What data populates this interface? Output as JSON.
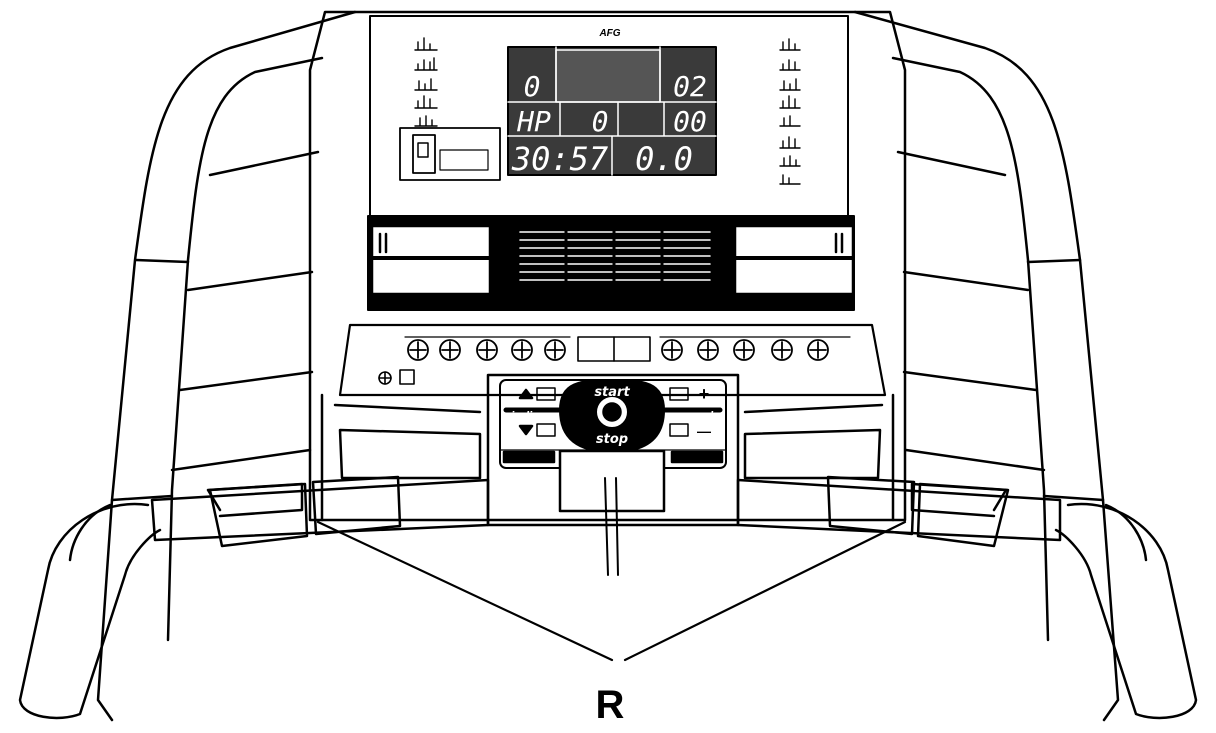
{
  "callout": {
    "label": "R"
  },
  "console": {
    "brand": "AFG",
    "display": {
      "lap": "0",
      "program": "02",
      "center_left": "HP",
      "center_mid": "0",
      "center_right": "00",
      "time": "30:57",
      "distance": "0.0"
    },
    "keypad": {
      "start_label": "start",
      "stop_label": "stop",
      "incline_label": "incline",
      "speed_label": "speed",
      "plus_symbol": "+",
      "minus_symbol": "—"
    }
  },
  "colors": {
    "line": "#000000",
    "fill": "#ffffff",
    "lcd_panel": "#3a3a3a",
    "lcd_digit": "#ffffff"
  }
}
